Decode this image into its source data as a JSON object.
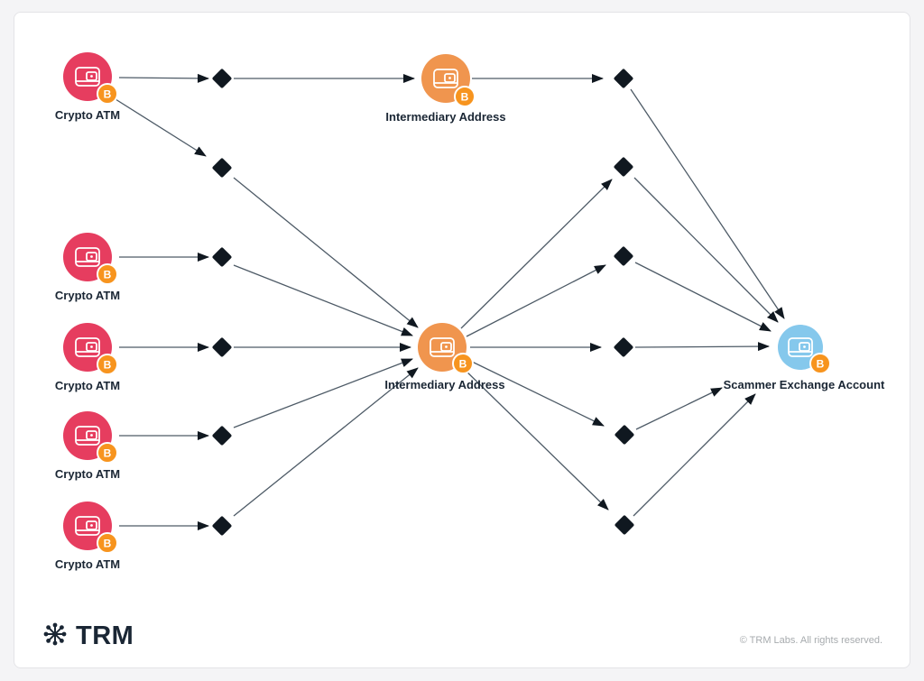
{
  "page": {
    "background_color": "#f4f4f6",
    "card_background_color": "#ffffff"
  },
  "colors": {
    "crypto_atm_node": "#e63d5f",
    "intermediary_node": "#f0954e",
    "exchange_node": "#85c8ec",
    "bitcoin_badge": "#f7941e",
    "flow_line": "#4d5a66",
    "arrow_diamond": "#101820",
    "label_text": "#1a2634",
    "brand_text": "#1a2634",
    "copyright_text": "#a7abae"
  },
  "diagram": {
    "bitcoin_symbol": "B",
    "nodes": [
      {
        "id": "crypto-atm-1",
        "type": "crypto-atm",
        "label": "Crypto ATM"
      },
      {
        "id": "crypto-atm-2",
        "type": "crypto-atm",
        "label": "Crypto ATM"
      },
      {
        "id": "crypto-atm-3",
        "type": "crypto-atm",
        "label": "Crypto ATM"
      },
      {
        "id": "crypto-atm-4",
        "type": "crypto-atm",
        "label": "Crypto ATM"
      },
      {
        "id": "crypto-atm-5",
        "type": "crypto-atm",
        "label": "Crypto ATM"
      },
      {
        "id": "intermediary-top",
        "type": "intermediary-address",
        "label": "Intermediary Address"
      },
      {
        "id": "intermediary-central",
        "type": "intermediary-address",
        "label": "Intermediary Address"
      },
      {
        "id": "scammer-exchange",
        "type": "exchange-account",
        "label": "Scammer Exchange Account"
      }
    ],
    "transaction_hop_count": 12,
    "flow_summary": "Crypto ATM deposits pass through transaction hops and intermediary addresses before consolidating into a scammer exchange account"
  },
  "footer": {
    "brand": "TRM",
    "copyright": "© TRM Labs. All rights reserved."
  }
}
